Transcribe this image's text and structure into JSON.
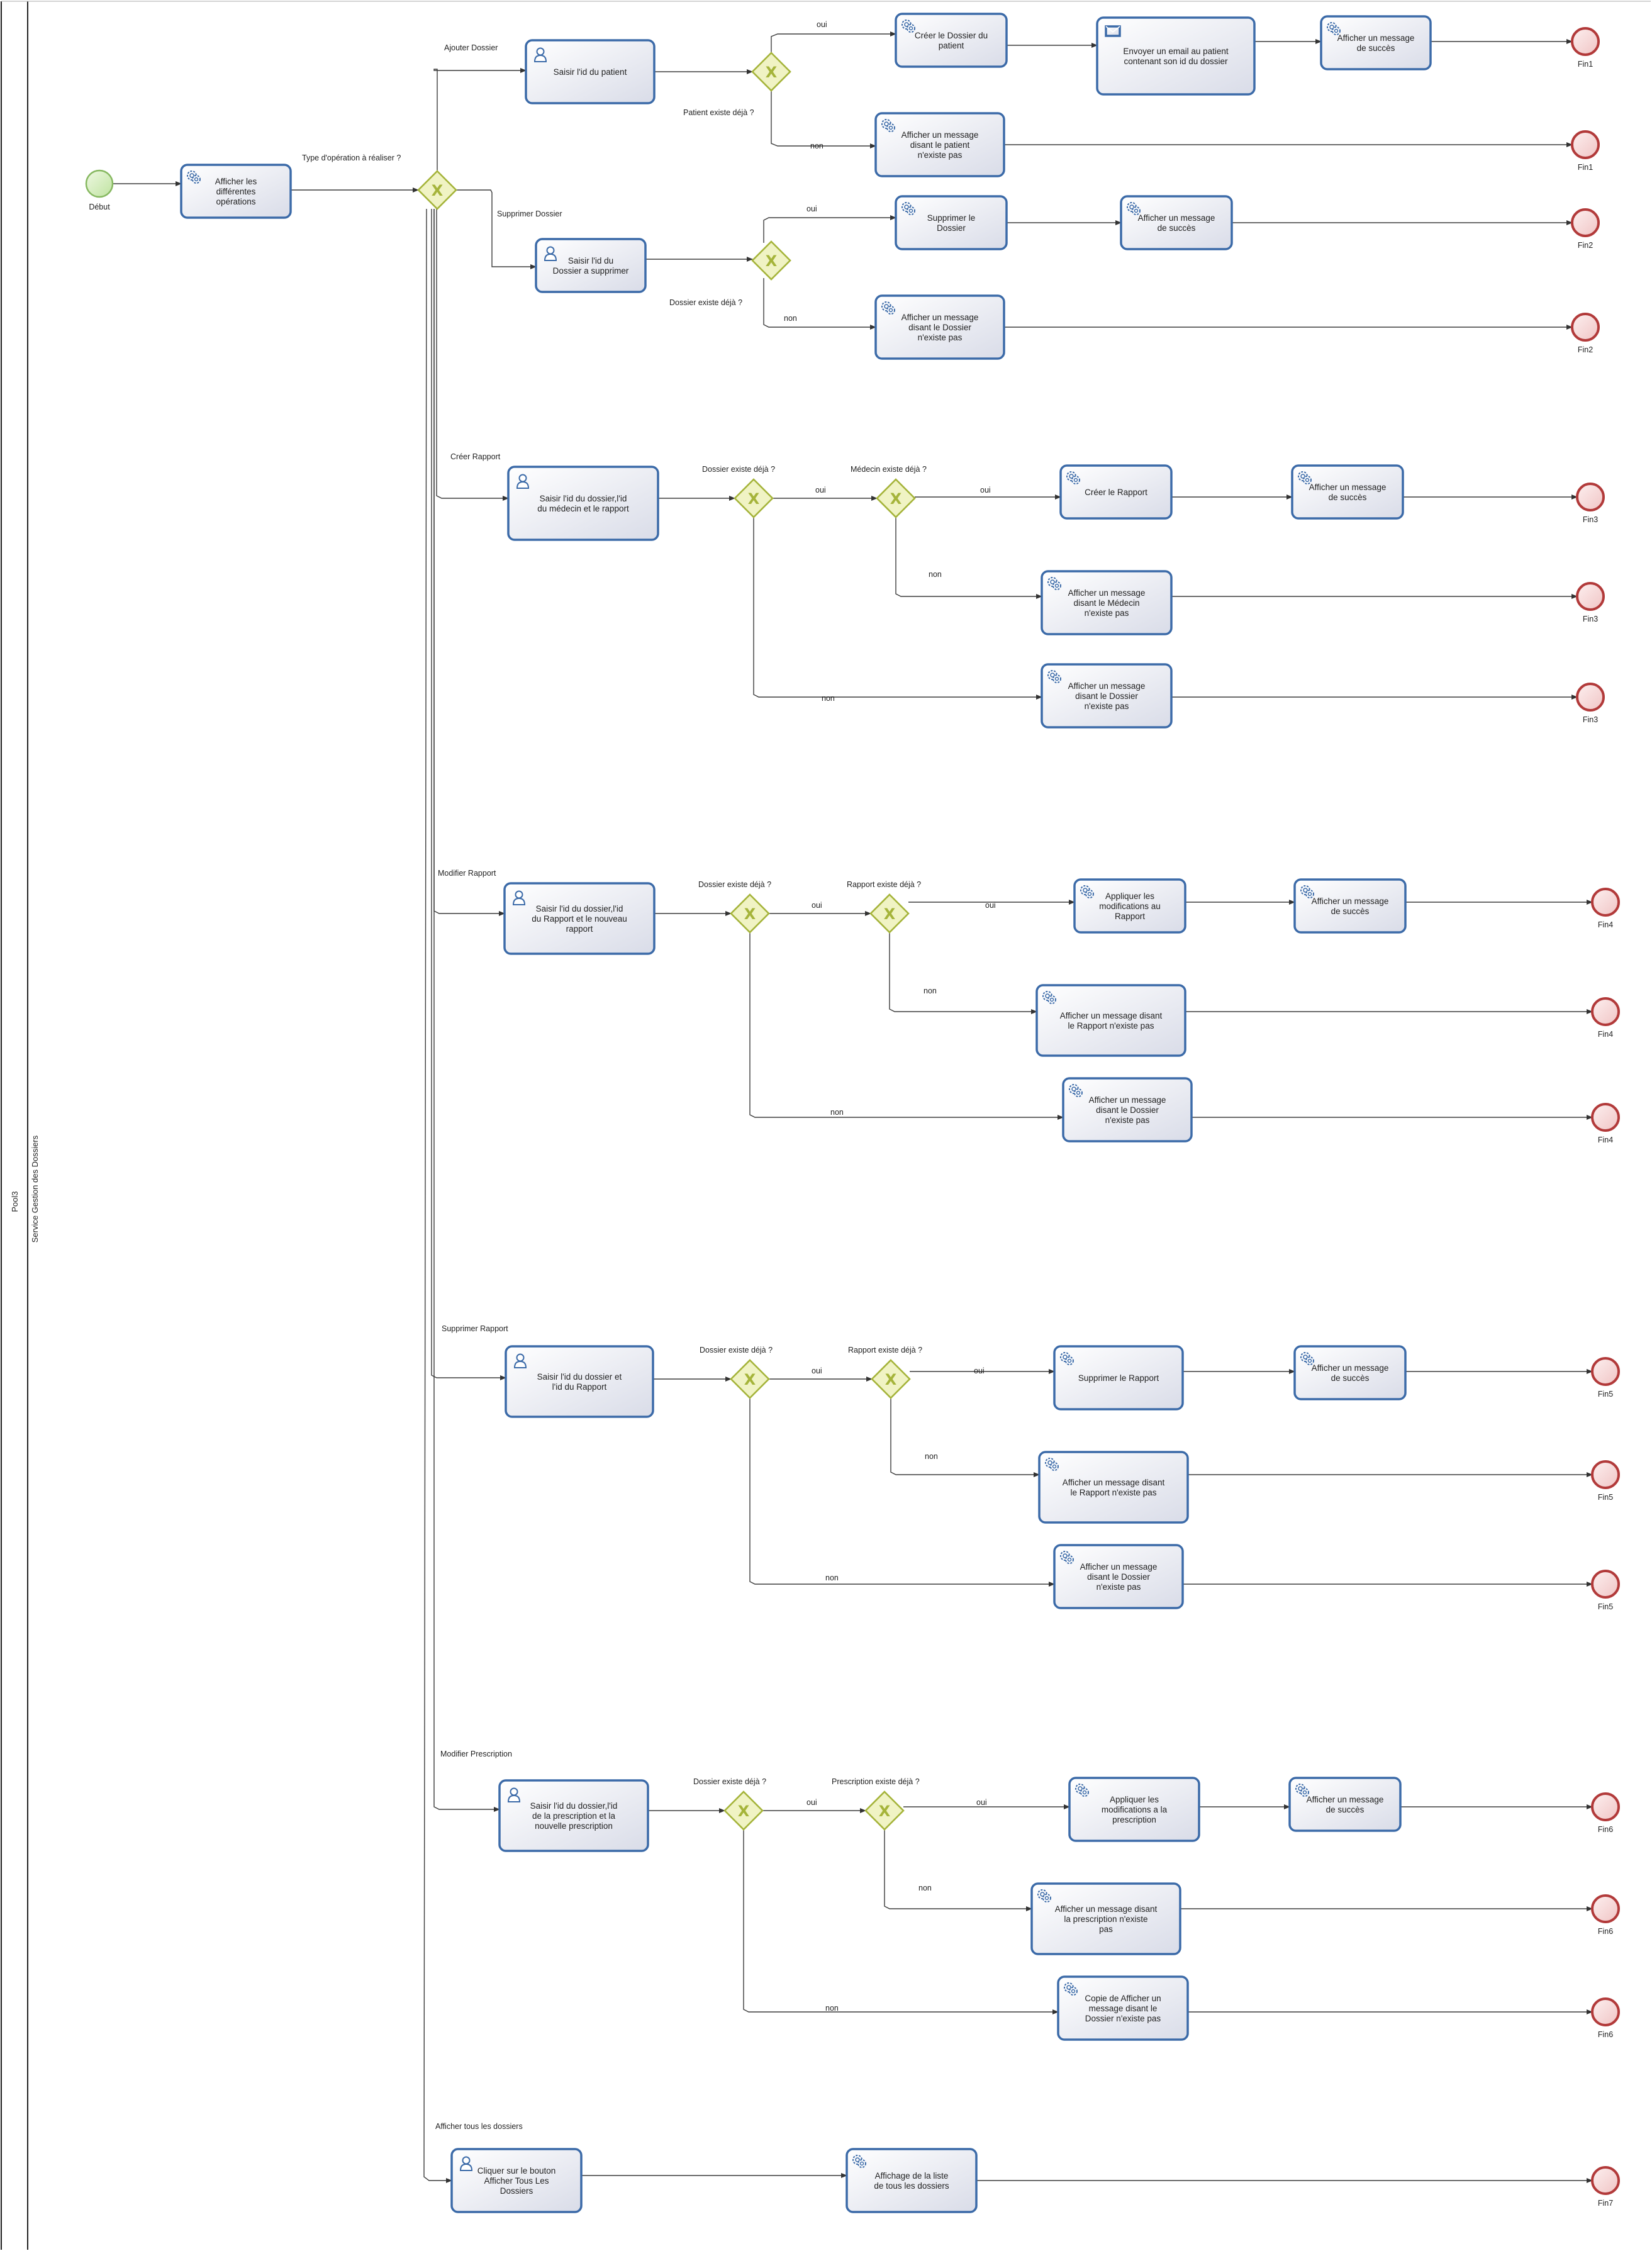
{
  "pool": {
    "name": "Pool3",
    "lane": "Service Gestion des Dossiers"
  },
  "colors": {
    "task_border": "#3b6aa8",
    "gateway_fill": "#f0f3c4",
    "gateway_stroke": "#a5b43a",
    "start_fill": "#d7efc0",
    "end_fill": "#f7d5d5",
    "end_stroke": "#b23a3a"
  },
  "start": {
    "label": "Début"
  },
  "main_task": {
    "label": "Afficher les différentes opérations",
    "icon": "service-gear-icon"
  },
  "main_gateway": {
    "question": "Type d'opération à réaliser ?"
  },
  "branches": [
    {
      "name": "Ajouter Dossier",
      "input_task": "Saisir l'id du patient",
      "gw1_question": "Patient existe déjà ?",
      "gw1_yes": "oui",
      "gw1_no": "non",
      "yes_tasks": [
        "Créer le Dossier du patient",
        "Envoyer un email au patient contenant son id du dossier",
        "Afficher un message de succès"
      ],
      "no_task": "Afficher un message disant le patient n'existe pas",
      "end_label": "Fin1"
    },
    {
      "name": "Supprimer Dossier",
      "input_task": "Saisir l'id du Dossier a supprimer",
      "gw1_question": "Dossier existe déjà ?",
      "gw1_yes": "oui",
      "gw1_no": "non",
      "yes_tasks": [
        "Supprimer le Dossier",
        "Afficher un message de succès"
      ],
      "no_task": "Afficher un message disant le Dossier n'existe pas",
      "end_label": "Fin2"
    },
    {
      "name": "Créer Rapport",
      "input_task": "Saisir l'id du dossier,l'id du médecin et le rapport",
      "gw1_question": "Dossier existe déjà ?",
      "gw1_yes": "oui",
      "gw1_no": "non",
      "gw2_question": "Médecin existe déjà ?",
      "gw2_yes": "oui",
      "gw2_no": "non",
      "yes_tasks": [
        "Créer le Rapport",
        "Afficher un message de succès"
      ],
      "no2_task": "Afficher un message disant le Médecin n'existe pas",
      "no1_task": "Afficher un message disant le Dossier n'existe pas",
      "end_label": "Fin3"
    },
    {
      "name": "Modifier Rapport",
      "input_task": "Saisir l'id du dossier,l'id du Rapport et le nouveau rapport",
      "gw1_question": "Dossier existe déjà ?",
      "gw1_yes": "oui",
      "gw1_no": "non",
      "gw2_question": "Rapport existe déjà ?",
      "gw2_yes": "oui",
      "gw2_no": "non",
      "yes_tasks": [
        "Appliquer les modifications au Rapport",
        "Afficher un message de succès"
      ],
      "no2_task": "Afficher un message disant le Rapport n'existe pas",
      "no1_task": "Afficher un message disant le Dossier n'existe pas",
      "end_label": "Fin4"
    },
    {
      "name": "Supprimer Rapport",
      "input_task": "Saisir l'id du dossier et l'id du Rapport",
      "gw1_question": "Dossier existe déjà ?",
      "gw1_yes": "oui",
      "gw1_no": "non",
      "gw2_question": "Rapport existe déjà ?",
      "gw2_yes": "oui",
      "gw2_no": "non",
      "yes_tasks": [
        "Supprimer le Rapport",
        "Afficher un message de succès"
      ],
      "no2_task": "Afficher un message disant le Rapport n'existe pas",
      "no1_task": "Afficher un message disant le Dossier n'existe pas",
      "end_label": "Fin5"
    },
    {
      "name": "Modifier Prescription",
      "input_task": "Saisir l'id du dossier,l'id de la prescription et la nouvelle prescription",
      "gw1_question": "Dossier existe déjà ?",
      "gw1_yes": "oui",
      "gw1_no": "non",
      "gw2_question": "Prescription existe déjà ?",
      "gw2_yes": "oui",
      "gw2_no": "non",
      "yes_tasks": [
        "Appliquer les modifications a la prescription",
        "Afficher un message de succès"
      ],
      "no2_task": "Afficher un message disant la prescription n'existe pas",
      "no1_task": "Copie de Afficher un message disant le Dossier n'existe pas",
      "end_label": "Fin6"
    },
    {
      "name": "Afficher tous les dossiers",
      "input_task": "Cliquer sur le bouton Afficher Tous Les Dossiers",
      "yes_tasks": [
        "Affichage de la liste de tous les dossiers"
      ],
      "end_label": "Fin7"
    }
  ]
}
